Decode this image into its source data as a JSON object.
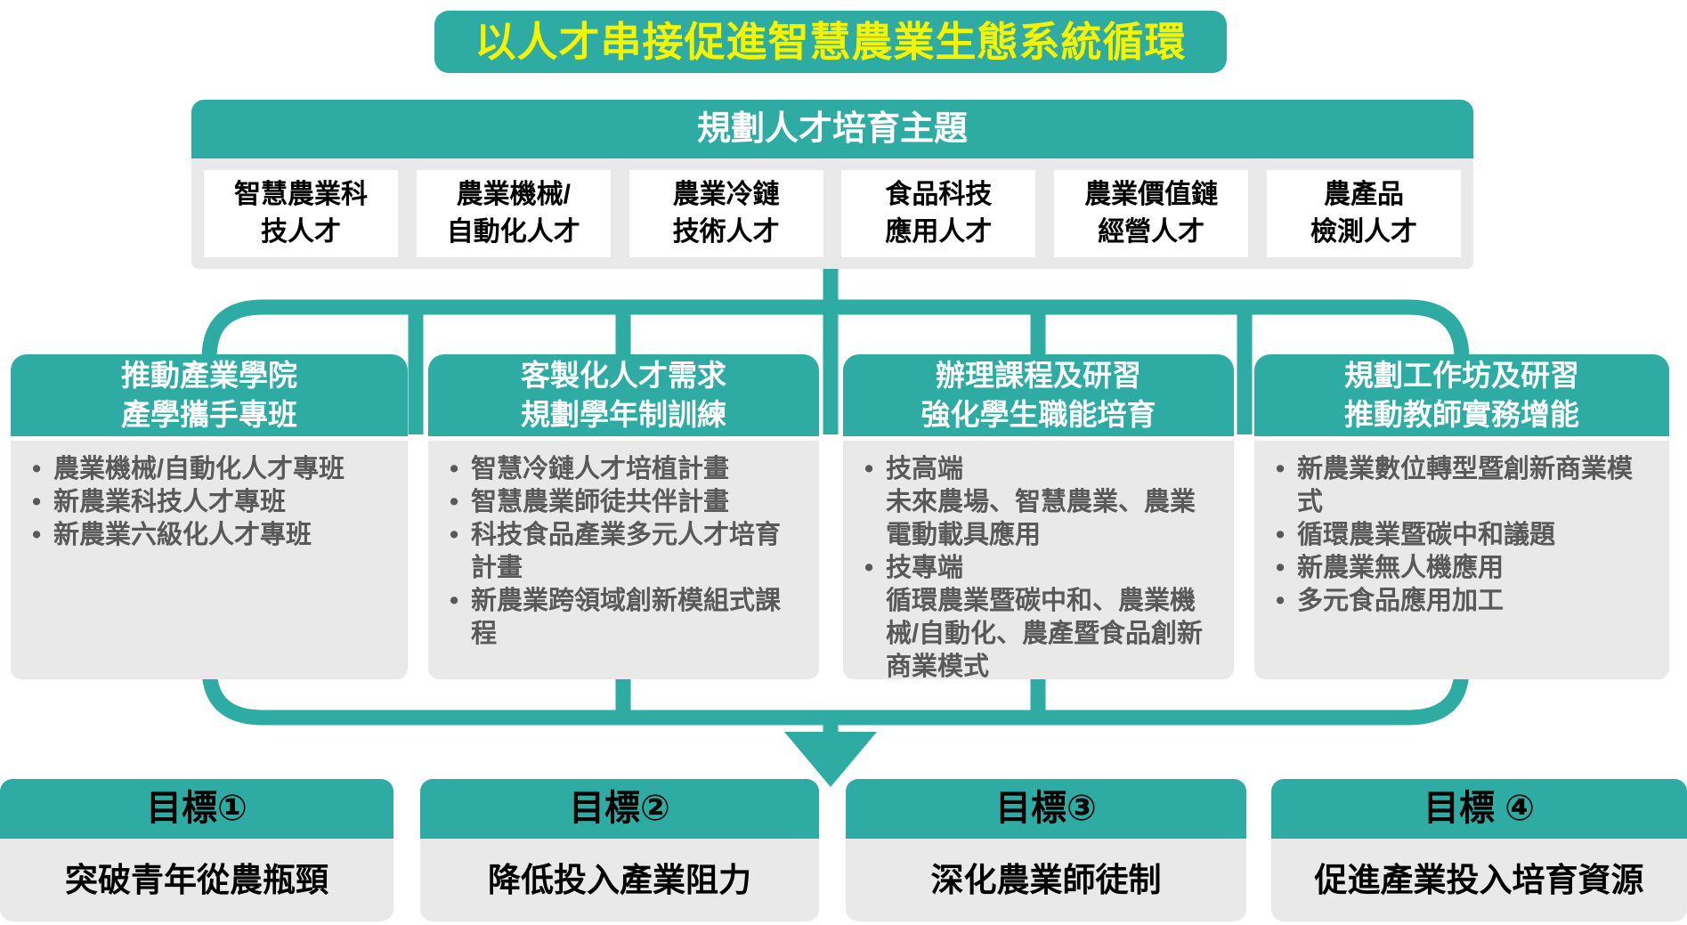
{
  "title": "以人才串接促進智慧農業生態系統循環",
  "theme_bar": "規劃人才培育主題",
  "talent_boxes": [
    {
      "lines": [
        "智慧農業科",
        "技人才"
      ]
    },
    {
      "lines": [
        "農業機械/",
        "自動化人才"
      ]
    },
    {
      "lines": [
        "農業冷鏈",
        "技術人才"
      ]
    },
    {
      "lines": [
        "食品科技",
        "應用人才"
      ]
    },
    {
      "lines": [
        "農業價值鏈",
        "經營人才"
      ]
    },
    {
      "lines": [
        "農產品",
        "檢測人才"
      ]
    }
  ],
  "columns": [
    {
      "header_lines": [
        "推動產業學院",
        "產學攜手專班"
      ],
      "items": [
        {
          "marker": "•",
          "text": "農業機械/自動化人才專班"
        },
        {
          "marker": "•",
          "text": "新農業科技人才專班"
        },
        {
          "marker": "•",
          "text": "新農業六級化人才專班"
        }
      ]
    },
    {
      "header_lines": [
        "客製化人才需求",
        "規劃學年制訓練"
      ],
      "items": [
        {
          "marker": "•",
          "text": "智慧冷鏈人才培植計畫"
        },
        {
          "marker": "•",
          "text": "智慧農業師徒共伴計畫"
        },
        {
          "marker": "•",
          "text": "科技食品產業多元人才培育計畫"
        },
        {
          "marker": "•",
          "text": "新農業跨領域創新模組式課程"
        }
      ]
    },
    {
      "header_lines": [
        "辦理課程及研習",
        "強化學生職能培育"
      ],
      "items": [
        {
          "marker": "•",
          "text": "技高端"
        },
        {
          "marker": "",
          "text": "未來農場、智慧農業、農業電動載具應用"
        },
        {
          "marker": "•",
          "text": "技專端"
        },
        {
          "marker": "",
          "text": "循環農業暨碳中和、農業機械/自動化、農產暨食品創新商業模式"
        }
      ]
    },
    {
      "header_lines": [
        "規劃工作坊及研習",
        "推動教師實務增能"
      ],
      "items": [
        {
          "marker": "•",
          "text": "新農業數位轉型暨創新商業模式"
        },
        {
          "marker": "•",
          "text": "循環農業暨碳中和議題"
        },
        {
          "marker": "•",
          "text": "新農業無人機應用"
        },
        {
          "marker": "•",
          "text": "多元食品應用加工"
        }
      ]
    }
  ],
  "goals": [
    {
      "label": "目標①",
      "text": "突破青年從農瓶頸"
    },
    {
      "label": "目標②",
      "text": "降低投入產業阻力"
    },
    {
      "label": "目標③",
      "text": "深化農業師徒制"
    },
    {
      "label": "目標 ④",
      "text": "促進產業投入培育資源"
    }
  ],
  "colors": {
    "teal": "#2EACA4",
    "title_yellow": "#F6F300",
    "box_gray": "#E9E9E9",
    "bullet_text_gray": "#595959",
    "black": "#000000",
    "white": "#FFFFFF"
  }
}
